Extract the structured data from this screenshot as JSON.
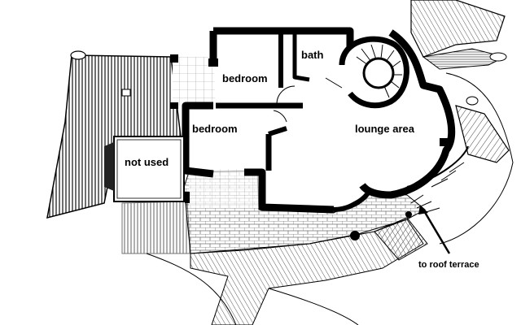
{
  "labels": {
    "bath": "bath",
    "bedroom_upper": "bedroom",
    "bedroom_lower": "bedroom",
    "lounge": "lounge area",
    "not_used": "not used",
    "roof_terrace": "to roof terrace"
  },
  "colors": {
    "ink": "#000000",
    "paper": "#ffffff",
    "hatch": "#333333"
  }
}
